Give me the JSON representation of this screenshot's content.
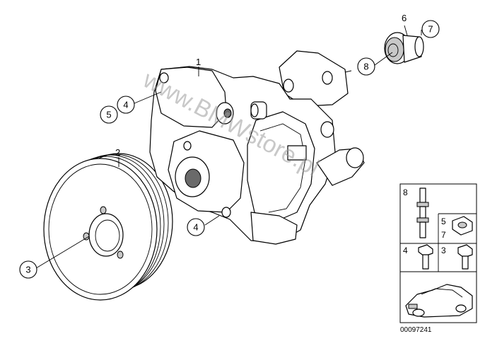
{
  "callouts": {
    "c1": "1",
    "c2": "2",
    "c3": "3",
    "c4a": "4",
    "c5": "5",
    "c4b": "4",
    "c6": "6",
    "c7": "7",
    "c8": "8"
  },
  "legend": {
    "l8": "8",
    "l5": "5",
    "l7": "7",
    "l4": "4",
    "l3": "3"
  },
  "watermark": "www.BMWstore.pl",
  "diagram_code": "00097241"
}
